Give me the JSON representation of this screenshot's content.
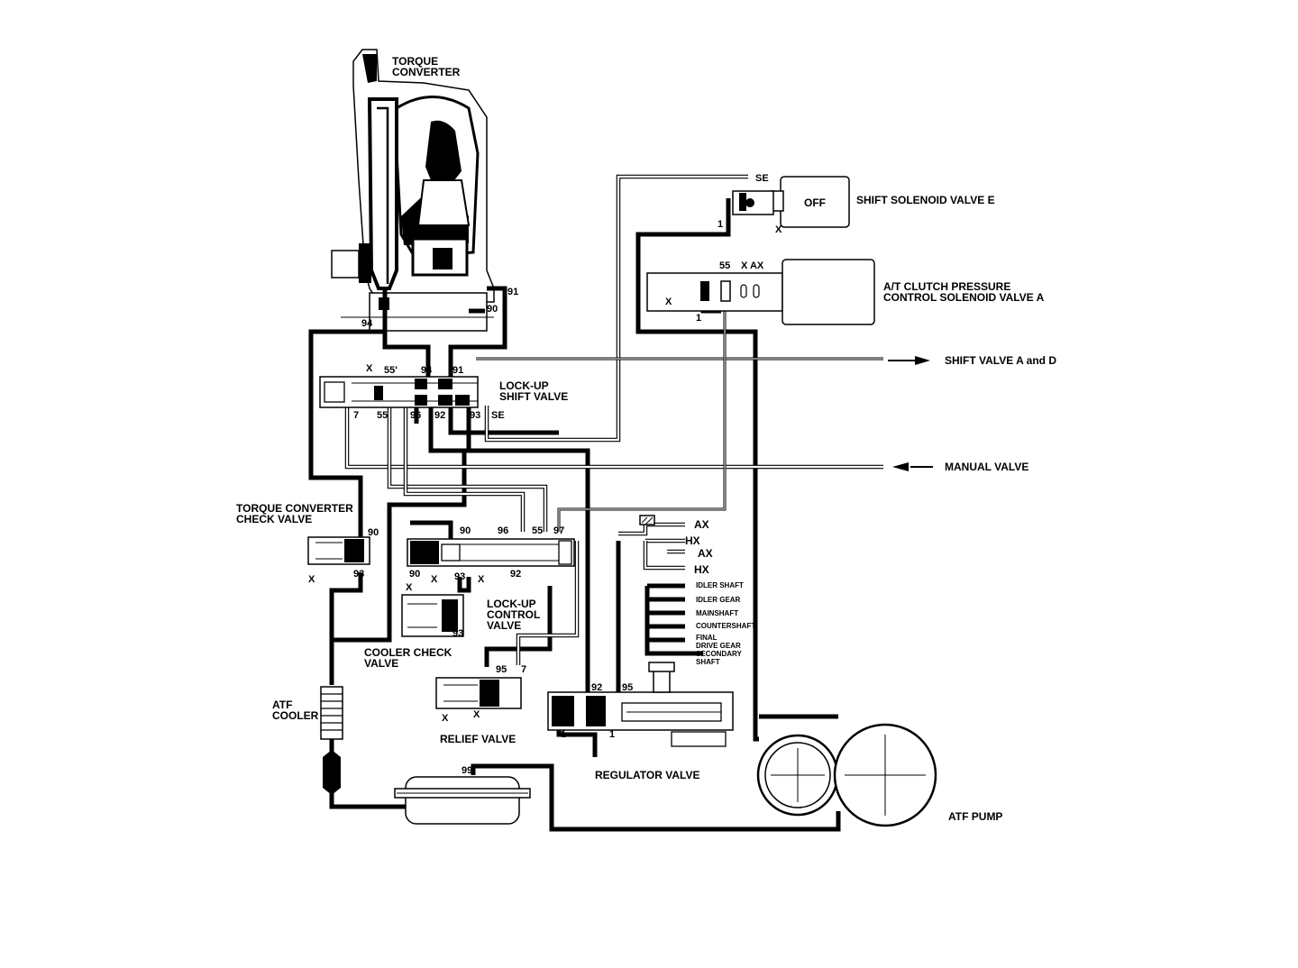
{
  "labels": {
    "torque_converter": [
      "TORQUE",
      "CONVERTER"
    ],
    "shift_solenoid_e": "SHIFT SOLENOID VALVE E",
    "off": "OFF",
    "at_clutch": [
      "A/T CLUTCH PRESSURE",
      "CONTROL SOLENOID VALVE A"
    ],
    "shift_valve_ad": "SHIFT VALVE A and D",
    "manual_valve": "MANUAL VALVE",
    "lockup_shift_valve": [
      "LOCK-UP",
      "SHIFT VALVE"
    ],
    "tc_check_valve": [
      "TORQUE CONVERTER",
      "CHECK VALVE"
    ],
    "lockup_control_valve": [
      "LOCK-UP",
      "CONTROL",
      "VALVE"
    ],
    "cooler_check_valve": [
      "COOLER CHECK",
      "VALVE"
    ],
    "atf_cooler": [
      "ATF",
      "COOLER"
    ],
    "relief_valve": "RELIEF VALVE",
    "regulator_valve": "REGULATOR VALVE",
    "atf_pump": "ATF PUMP",
    "lube": {
      "ax1": "AX",
      "hx1": "HX",
      "ax2": "AX",
      "hx2": "HX",
      "idler_shaft": "IDLER SHAFT",
      "idler_gear": "IDLER GEAR",
      "mainshaft": "MAINSHAFT",
      "countershaft": "COUNTERSHAFT",
      "final_drive": [
        "FINAL",
        "DRIVE GEAR"
      ],
      "secondary_shaft": [
        "SECONDARY",
        "SHAFT"
      ]
    }
  },
  "ports": {
    "se_top": "SE",
    "x_sol_e": "X",
    "one_sol_e": "1",
    "p55_clutch": "55",
    "x_ax_clutch": "X AX",
    "x_clutch": "X",
    "one_clutch": "1",
    "p91_tc": "91",
    "p90_tc": "90",
    "p94_tc": "94",
    "lus_x": "X",
    "lus_55p": "55'",
    "lus_94": "94",
    "lus_91": "91",
    "lus_7": "7",
    "lus_55": "55",
    "lus_96": "96",
    "lus_92": "92",
    "lus_93": "93",
    "lus_se": "SE",
    "tcc_90": "90",
    "tcc_93": "93",
    "tcc_x": "X",
    "luc_90a": "90",
    "luc_96": "96",
    "luc_55": "55",
    "luc_97": "97",
    "luc_90b": "90",
    "luc_x1": "X",
    "luc_93": "93",
    "luc_x2": "X",
    "luc_92": "92",
    "luc_x3": "X",
    "ccv_93": "93",
    "rv_95": "95",
    "rv_7": "7",
    "rv_x1": "X",
    "rv_x2": "X",
    "reg_92": "92",
    "reg_95": "95",
    "reg_1a": "1",
    "reg_1b": "1",
    "p99": "99"
  },
  "colors": {
    "line": "#000000",
    "background": "#ffffff",
    "shade": "#aaaaaa"
  }
}
